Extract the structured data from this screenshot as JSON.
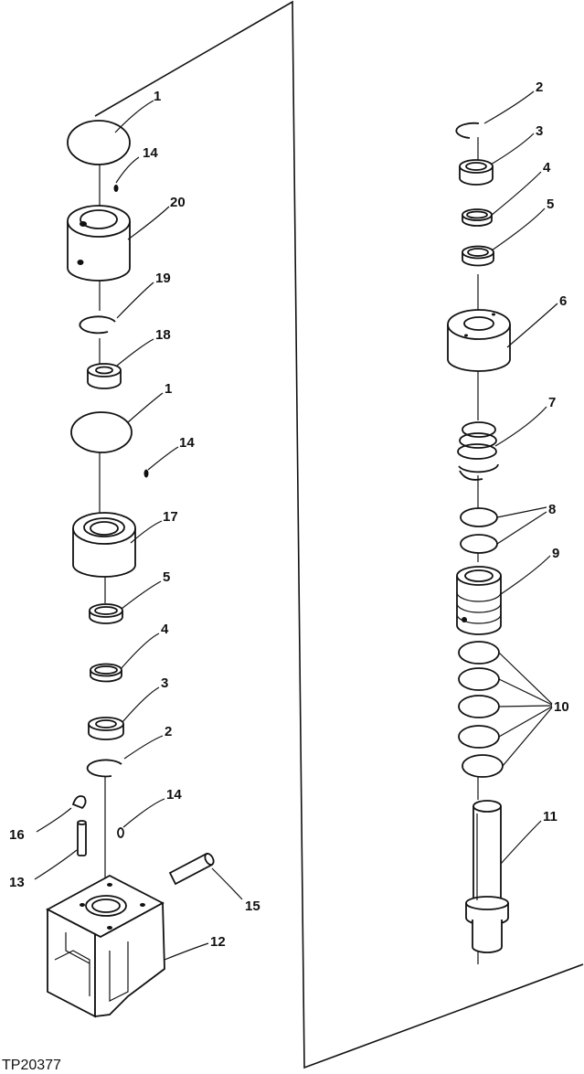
{
  "figure_id": "TP20377",
  "labels": {
    "l1a": "1",
    "l14a": "14",
    "l20": "20",
    "l19": "19",
    "l18": "18",
    "l1b": "1",
    "l14b": "14",
    "l17": "17",
    "l5a": "5",
    "l4a": "4",
    "l3a": "3",
    "l2a": "2",
    "l14c": "14",
    "l16": "16",
    "l13": "13",
    "l15": "15",
    "l12": "12",
    "l2b": "2",
    "l3b": "3",
    "l4b": "4",
    "l5b": "5",
    "l6": "6",
    "l7": "7",
    "l8": "8",
    "l9": "9",
    "l10": "10",
    "l11": "11"
  }
}
